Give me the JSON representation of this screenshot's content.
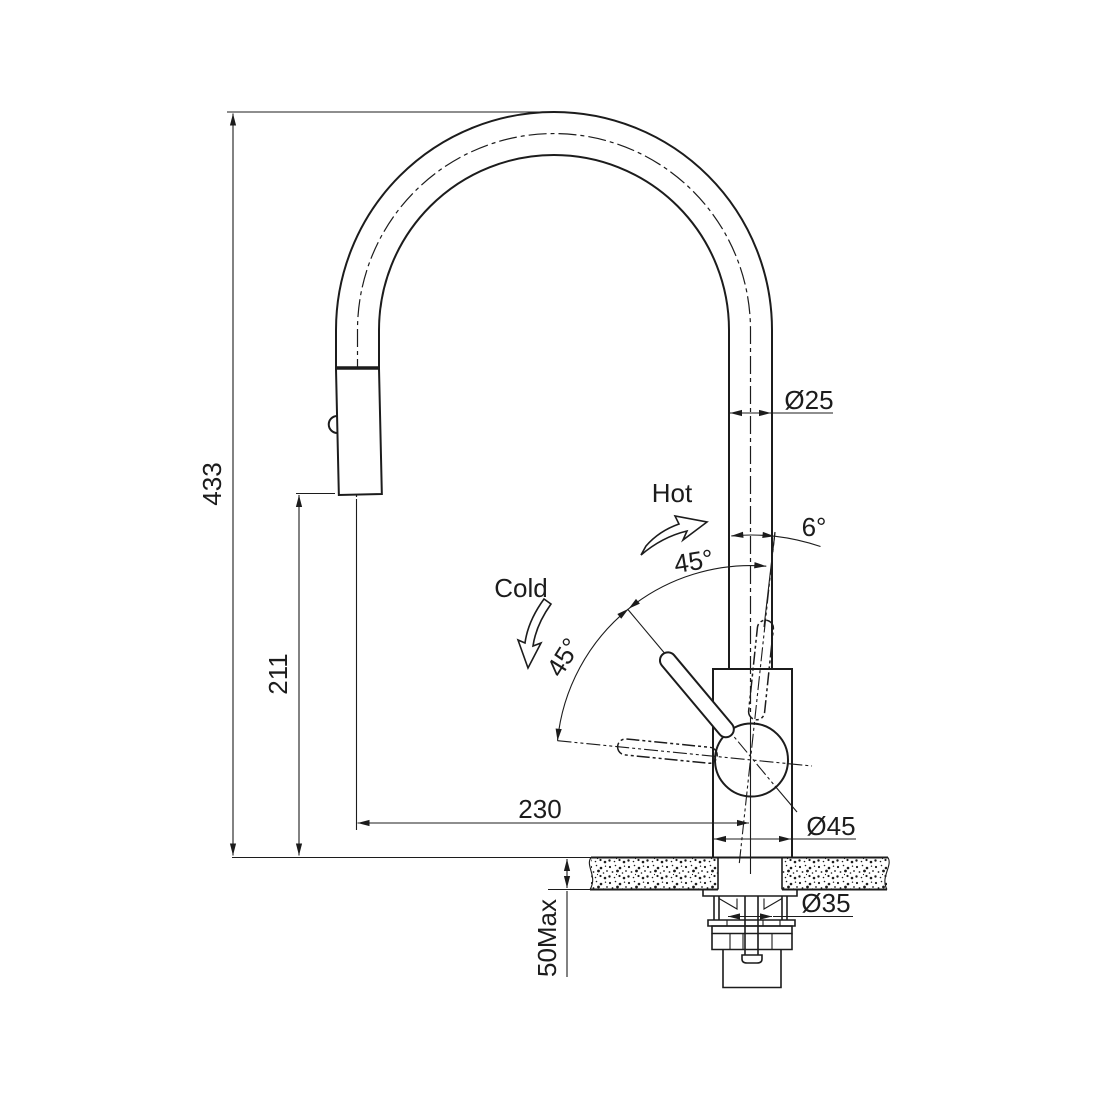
{
  "title": "Pull-out kitchen mixer tap dimensional drawing",
  "labels": {
    "overall_height": "433",
    "outlet_height": "211",
    "spout_reach": "230",
    "spout_tube_diameter": "Ø25",
    "body_diameter": "Ø45",
    "mounting_hole_diameter": "Ø35",
    "max_counter_thickness": "50Max",
    "hot_label": "Hot",
    "cold_label": "Cold",
    "handle_angle_upper": "45°",
    "handle_angle_lower": "45°",
    "handle_tilt_angle": "6°"
  },
  "colors": {
    "line": "#1c1c1c",
    "background": "#ffffff"
  }
}
